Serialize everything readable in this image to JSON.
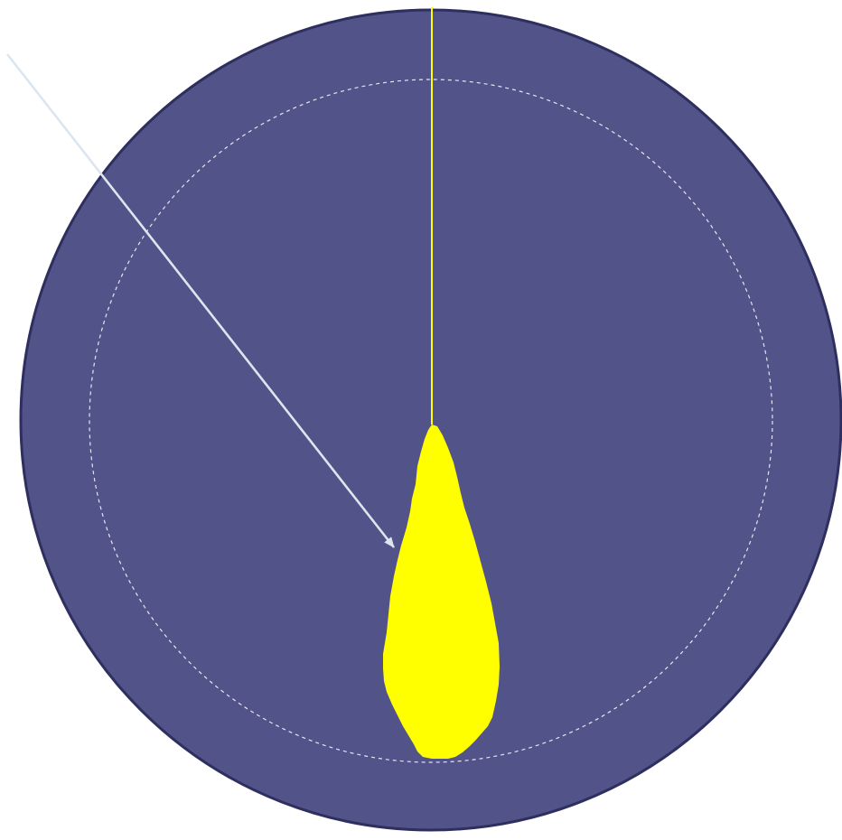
{
  "diagram": {
    "shapes": [
      {
        "kind": "outer-disc",
        "fill": "#525388",
        "stroke": "#2e2f5e"
      },
      {
        "kind": "inner-dashed-circle",
        "stroke": "#e6e6f2",
        "style": "dashed"
      },
      {
        "kind": "vertical-line",
        "stroke": "#ffff00"
      },
      {
        "kind": "teardrop-shape",
        "fill": "#ffff00"
      },
      {
        "kind": "pointer-arrow",
        "stroke": "#dbe6f0",
        "head": "arrow"
      }
    ]
  },
  "colors": {
    "background": "#ffffff",
    "disc_fill": "#525388",
    "disc_border": "#2e2f5e",
    "dashed_ring": "#e6e6f2",
    "yellow": "#ffff00",
    "arrow": "#dbe6f0"
  }
}
